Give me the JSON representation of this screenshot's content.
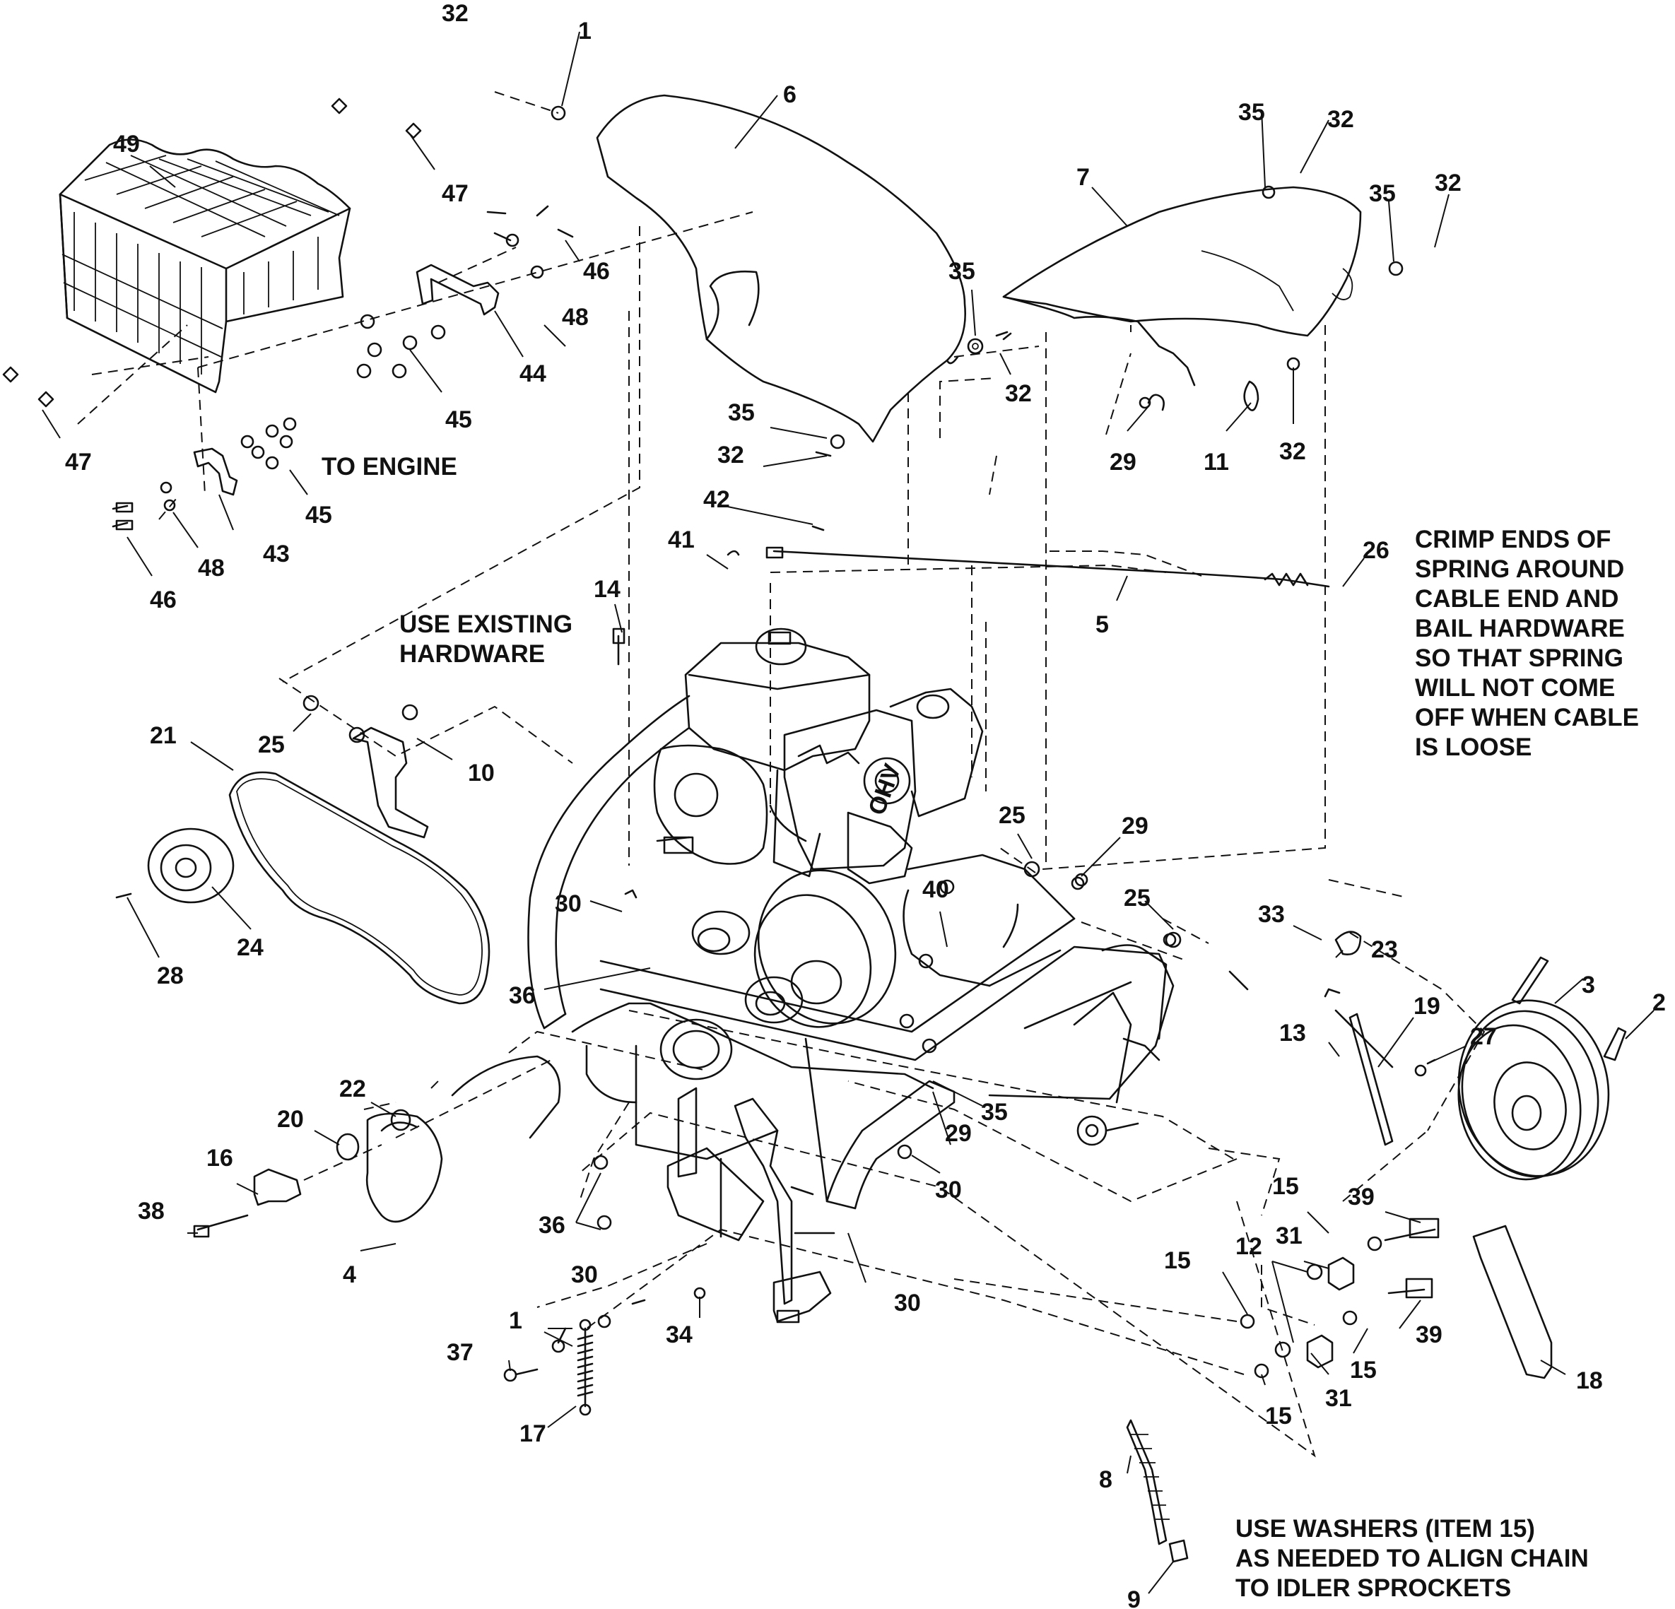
{
  "callouts": [
    {
      "id": "c32a",
      "text": "32"
    },
    {
      "id": "c1a",
      "text": "1"
    },
    {
      "id": "c6",
      "text": "6"
    },
    {
      "id": "c49",
      "text": "49"
    },
    {
      "id": "c47a",
      "text": "47"
    },
    {
      "id": "c46a",
      "text": "46"
    },
    {
      "id": "c48a",
      "text": "48"
    },
    {
      "id": "c44",
      "text": "44"
    },
    {
      "id": "c45a",
      "text": "45"
    },
    {
      "id": "c47b",
      "text": "47"
    },
    {
      "id": "c45b",
      "text": "45"
    },
    {
      "id": "c43",
      "text": "43"
    },
    {
      "id": "c48b",
      "text": "48"
    },
    {
      "id": "c46b",
      "text": "46"
    },
    {
      "id": "c35a",
      "text": "35"
    },
    {
      "id": "c32b",
      "text": "32"
    },
    {
      "id": "c7",
      "text": "7"
    },
    {
      "id": "c35b",
      "text": "35"
    },
    {
      "id": "c32c",
      "text": "32"
    },
    {
      "id": "c35c",
      "text": "35"
    },
    {
      "id": "c32d",
      "text": "32"
    },
    {
      "id": "c35d",
      "text": "35"
    },
    {
      "id": "c32e",
      "text": "32"
    },
    {
      "id": "c29a",
      "text": "29"
    },
    {
      "id": "c11",
      "text": "11"
    },
    {
      "id": "c32f",
      "text": "32"
    },
    {
      "id": "c42",
      "text": "42"
    },
    {
      "id": "c41",
      "text": "41"
    },
    {
      "id": "c26",
      "text": "26"
    },
    {
      "id": "c5",
      "text": "5"
    },
    {
      "id": "c14",
      "text": "14"
    },
    {
      "id": "c25a",
      "text": "25"
    },
    {
      "id": "c10",
      "text": "10"
    },
    {
      "id": "c21",
      "text": "21"
    },
    {
      "id": "c24",
      "text": "24"
    },
    {
      "id": "c28",
      "text": "28"
    },
    {
      "id": "c30a",
      "text": "30"
    },
    {
      "id": "c36a",
      "text": "36"
    },
    {
      "id": "c25b",
      "text": "25"
    },
    {
      "id": "c29b",
      "text": "29"
    },
    {
      "id": "c40",
      "text": "40"
    },
    {
      "id": "c25c",
      "text": "25"
    },
    {
      "id": "c33",
      "text": "33"
    },
    {
      "id": "c23",
      "text": "23"
    },
    {
      "id": "c3",
      "text": "3"
    },
    {
      "id": "c2",
      "text": "2"
    },
    {
      "id": "c19",
      "text": "19"
    },
    {
      "id": "c13",
      "text": "13"
    },
    {
      "id": "c27",
      "text": "27"
    },
    {
      "id": "c22",
      "text": "22"
    },
    {
      "id": "c20",
      "text": "20"
    },
    {
      "id": "c16",
      "text": "16"
    },
    {
      "id": "c38",
      "text": "38"
    },
    {
      "id": "c4",
      "text": "4"
    },
    {
      "id": "c35e",
      "text": "35"
    },
    {
      "id": "c29c",
      "text": "29"
    },
    {
      "id": "c30b",
      "text": "30"
    },
    {
      "id": "c36b",
      "text": "36"
    },
    {
      "id": "c30c",
      "text": "30"
    },
    {
      "id": "c30d",
      "text": "30"
    },
    {
      "id": "c34",
      "text": "34"
    },
    {
      "id": "c1b",
      "text": "1"
    },
    {
      "id": "c37",
      "text": "37"
    },
    {
      "id": "c17",
      "text": "17"
    },
    {
      "id": "c15a",
      "text": "15"
    },
    {
      "id": "c39a",
      "text": "39"
    },
    {
      "id": "c31a",
      "text": "31"
    },
    {
      "id": "c12",
      "text": "12"
    },
    {
      "id": "c15b",
      "text": "15"
    },
    {
      "id": "c39b",
      "text": "39"
    },
    {
      "id": "c15c",
      "text": "15"
    },
    {
      "id": "c15d",
      "text": "15"
    },
    {
      "id": "c31b",
      "text": "31"
    },
    {
      "id": "c18",
      "text": "18"
    },
    {
      "id": "c8",
      "text": "8"
    },
    {
      "id": "c9",
      "text": "9"
    }
  ],
  "notes": {
    "to_engine": "TO ENGINE",
    "use_existing": [
      "USE EXISTING",
      "HARDWARE"
    ],
    "crimp": [
      "CRIMP ENDS OF",
      "SPRING AROUND",
      "CABLE END AND",
      "BAIL HARDWARE",
      "SO THAT SPRING",
      "WILL NOT COME",
      "OFF WHEN CABLE",
      "IS LOOSE"
    ],
    "washers": [
      "USE WASHERS (ITEM 15)",
      "AS NEEDED TO ALIGN CHAIN",
      "TO IDLER SPROCKETS"
    ]
  },
  "engine_marking": "OHV"
}
